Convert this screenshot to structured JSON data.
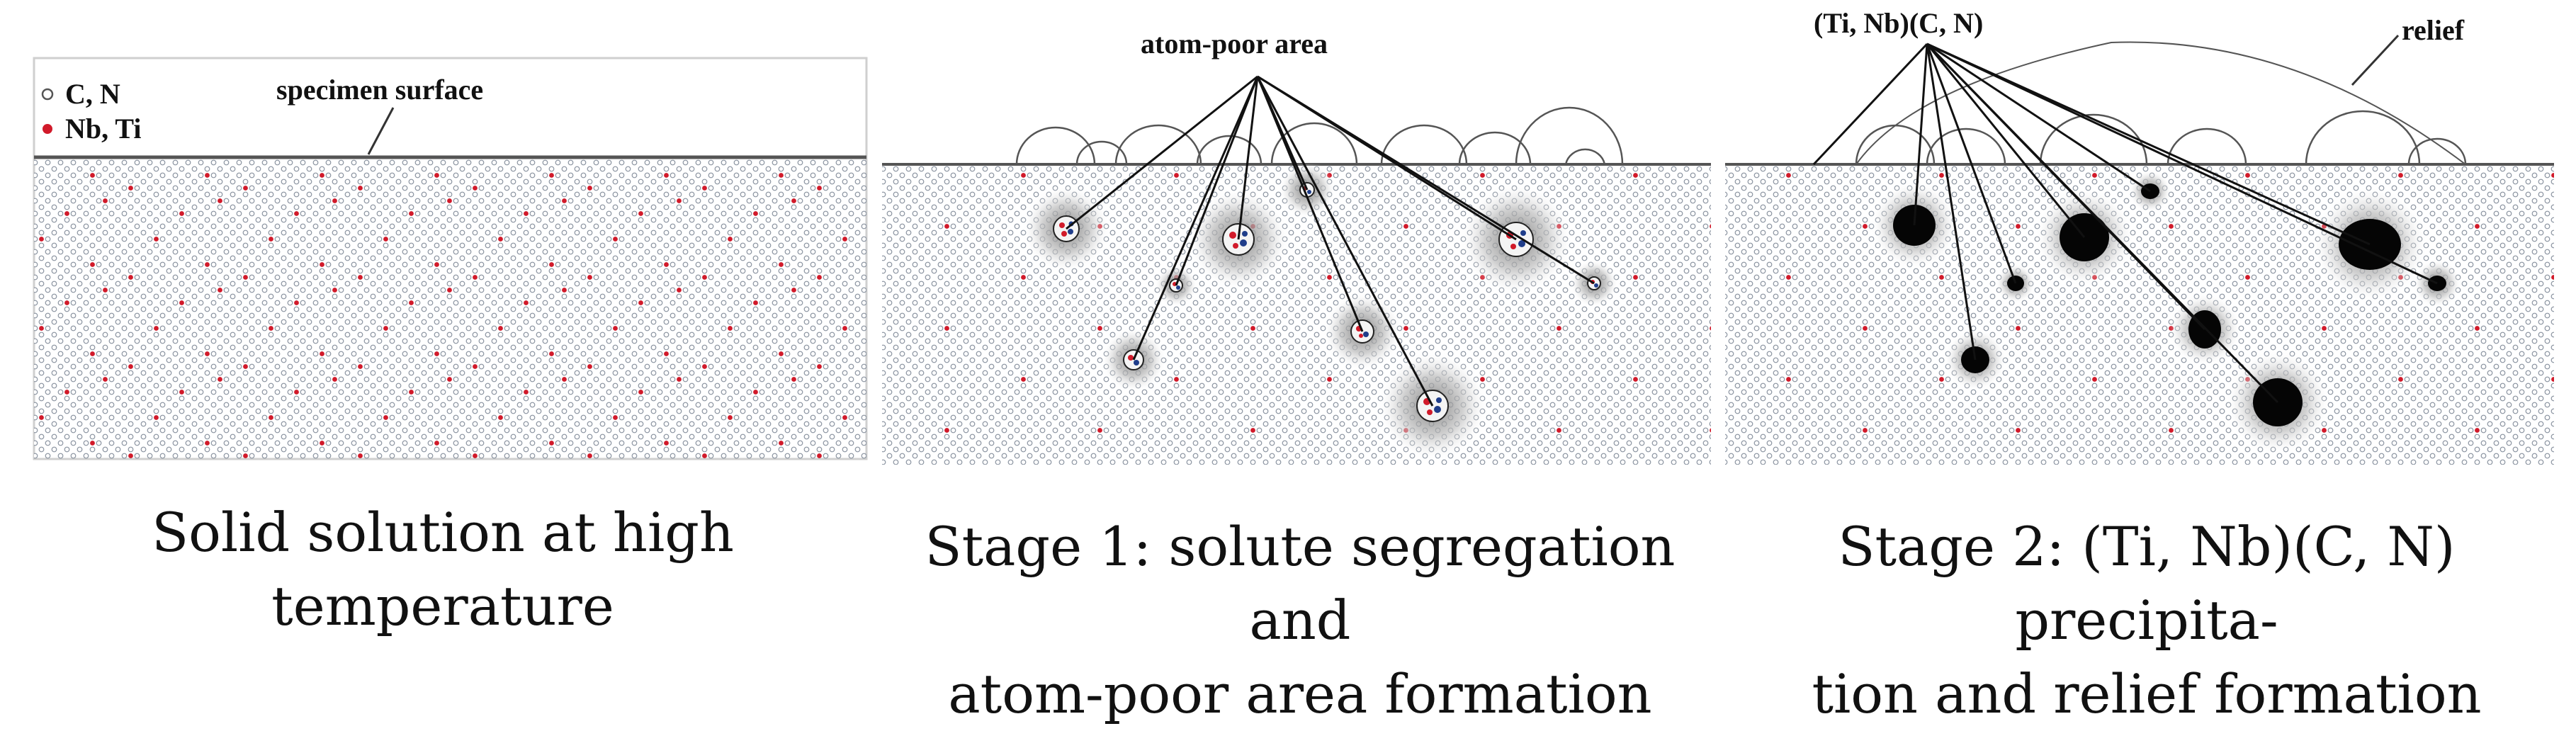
{
  "panels": [
    {
      "legend": {
        "cn_label": "C, N",
        "nbti_label": "Nb, Ti"
      },
      "surface_label": "specimen surface",
      "caption": "Solid solution at high temperature"
    },
    {
      "annotation": "atom-poor area",
      "caption": "Stage 1: solute segregation and\natom-poor area formation"
    },
    {
      "annotation_precipitate": "(Ti, Nb)(C, N)",
      "annotation_relief": "relief",
      "caption": "Stage 2: (Ti, Nb)(C, N) precipita-\ntion and relief formation"
    }
  ],
  "colors": {
    "matrix_atom": "#8a93a0",
    "solute_atom": "#d11a2a",
    "precipitate": "#050505",
    "surface_line": "#555555",
    "panel_bg": "#e4e4e4"
  }
}
